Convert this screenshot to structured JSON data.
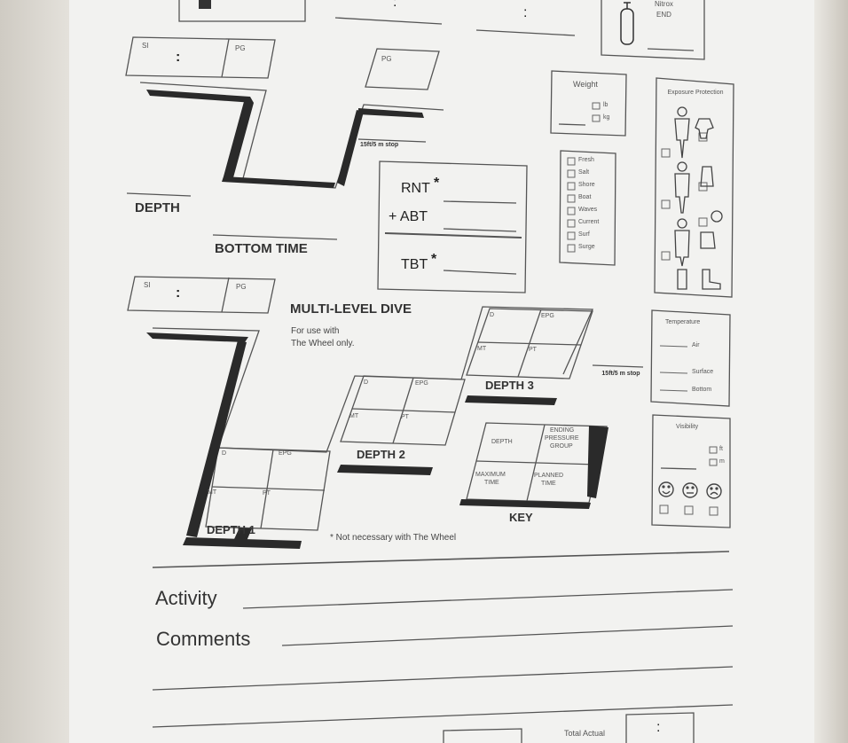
{
  "top": {
    "colon": ":",
    "nitrox_label": "Nitrox",
    "end_label": "END"
  },
  "dive1": {
    "si_label": "SI",
    "colon": ":",
    "pg_label": "PG",
    "pg_end_label": "PG",
    "depth_label": "DEPTH",
    "bottom_time_label": "BOTTOM TIME",
    "stop_label": "15ft/5 m stop"
  },
  "rnt": {
    "rnt_label": "RNT",
    "abt_label": "+ ABT",
    "tbt_label": "TBT",
    "asterisk": "*"
  },
  "weight": {
    "title": "Weight",
    "lb": "lb",
    "kg": "kg"
  },
  "conditions": {
    "items": [
      "Fresh",
      "Salt",
      "Shore",
      "Boat",
      "Waves",
      "Current",
      "Surf",
      "Surge"
    ]
  },
  "exposure": {
    "title": "Exposure Protection"
  },
  "temperature": {
    "title": "Temperature",
    "air": "Air",
    "surface": "Surface",
    "bottom": "Bottom"
  },
  "visibility": {
    "title": "Visibility",
    "ft": "ft",
    "m": "m"
  },
  "dive2": {
    "si_label": "SI",
    "colon": ":",
    "pg_label": "PG"
  },
  "multilevel": {
    "title": "MULTI-LEVEL DIVE",
    "subtitle_1": "For use with",
    "subtitle_2": "The Wheel only.",
    "stop_label": "15ft/5 m stop",
    "cell_d": "D",
    "cell_epg": "EPG",
    "cell_mt": "MT",
    "cell_pt": "PT",
    "depth1": "DEPTH 1",
    "depth2": "DEPTH 2",
    "depth3": "DEPTH 3",
    "note": "* Not necessary with The Wheel"
  },
  "key": {
    "title": "KEY",
    "depth": "DEPTH",
    "epg_1": "ENDING",
    "epg_2": "PRESSURE",
    "epg_3": "GROUP",
    "mt_1": "MAXIMUM",
    "mt_2": "TIME",
    "pt_1": "PLANNED",
    "pt_2": "TIME"
  },
  "bottom": {
    "activity": "Activity",
    "comments": "Comments",
    "total_actual": "Total Actual",
    "colon": ":"
  }
}
